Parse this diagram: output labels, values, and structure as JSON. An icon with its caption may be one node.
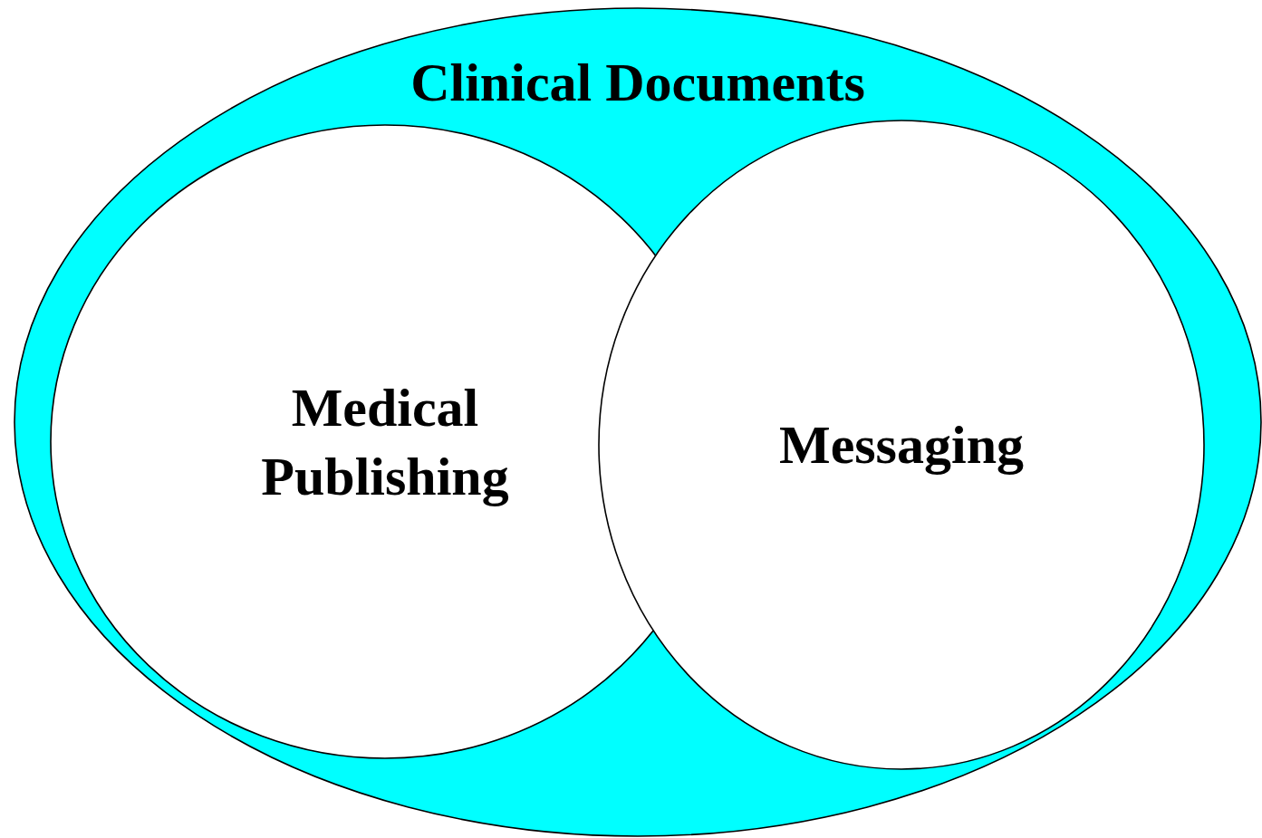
{
  "diagram": {
    "nodes": [
      {
        "text": [
          "Clinical Documents"
        ]
      },
      {
        "text": [
          "Medical Publishing"
        ],
        "in": 0
      },
      {
        "text": [
          "Messaging"
        ],
        "in": 0
      }
    ]
  }
}
